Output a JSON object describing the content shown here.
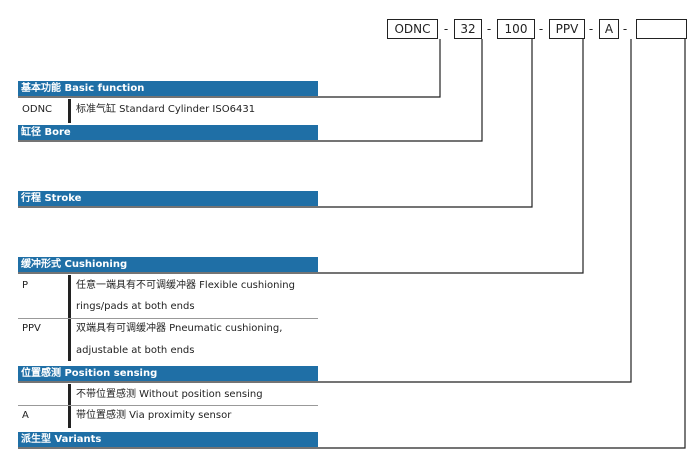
{
  "order_code": {
    "parts": [
      "ODNC",
      "32",
      "100",
      "PPV",
      "A",
      ""
    ],
    "separator": "-"
  },
  "sections": {
    "basic_function": {
      "header": "基本功能 Basic function",
      "rows": [
        {
          "code": "ODNC",
          "desc": "标准气缸 Standard Cylinder ISO6431"
        }
      ]
    },
    "bore": {
      "header": "缸径 Bore"
    },
    "stroke": {
      "header": "行程 Stroke"
    },
    "cushioning": {
      "header": "缓冲形式 Cushioning",
      "rows": [
        {
          "code": "P",
          "desc_lines": [
            "任意一端具有不可调缓冲器 Flexible cushioning",
            "rings/pads at both ends"
          ]
        },
        {
          "code": "PPV",
          "desc_lines": [
            "双端具有可调缓冲器 Pneumatic cushioning,",
            "adjustable at both ends"
          ]
        }
      ]
    },
    "position_sensing": {
      "header": "位置感测 Position sensing",
      "rows": [
        {
          "code": "",
          "desc": "不带位置感测 Without position sensing"
        },
        {
          "code": "A",
          "desc": "带位置感测 Via proximity sensor"
        }
      ]
    },
    "variants": {
      "header": "派生型 Variants"
    }
  },
  "colors": {
    "header_bg": "#1f6fa6",
    "header_text": "#ffffff",
    "connector": "#222222"
  }
}
